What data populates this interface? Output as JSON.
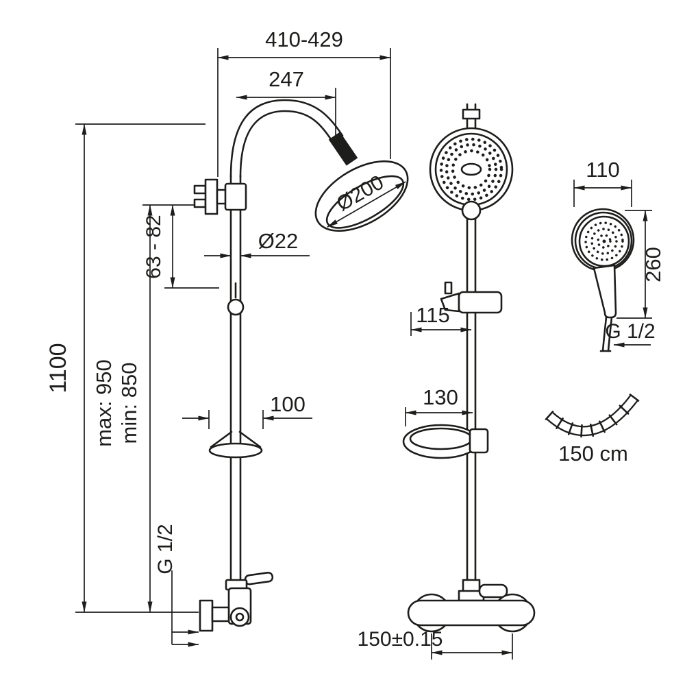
{
  "drawing": {
    "type": "shower-column-technical-drawing",
    "colors": {
      "line": "#1d1d1b",
      "background": "#ffffff"
    },
    "labels": {
      "top_width": "410-429",
      "arm_projection": "247",
      "head_diameter": "Ø200",
      "pipe_diameter": "Ø22",
      "bracket_range": "63 - 82",
      "total_height": "1100",
      "height_max": "max: 950",
      "height_min": "min: 850",
      "escutcheon_width": "100",
      "valve_thread": "G 1/2",
      "bottom_spacing": "150±0.15",
      "holder_projection": "115",
      "dish_width": "130",
      "handshower_width": "110",
      "handshower_length": "260",
      "handshower_thread": "G 1/2",
      "hose_length": "150 cm"
    }
  }
}
